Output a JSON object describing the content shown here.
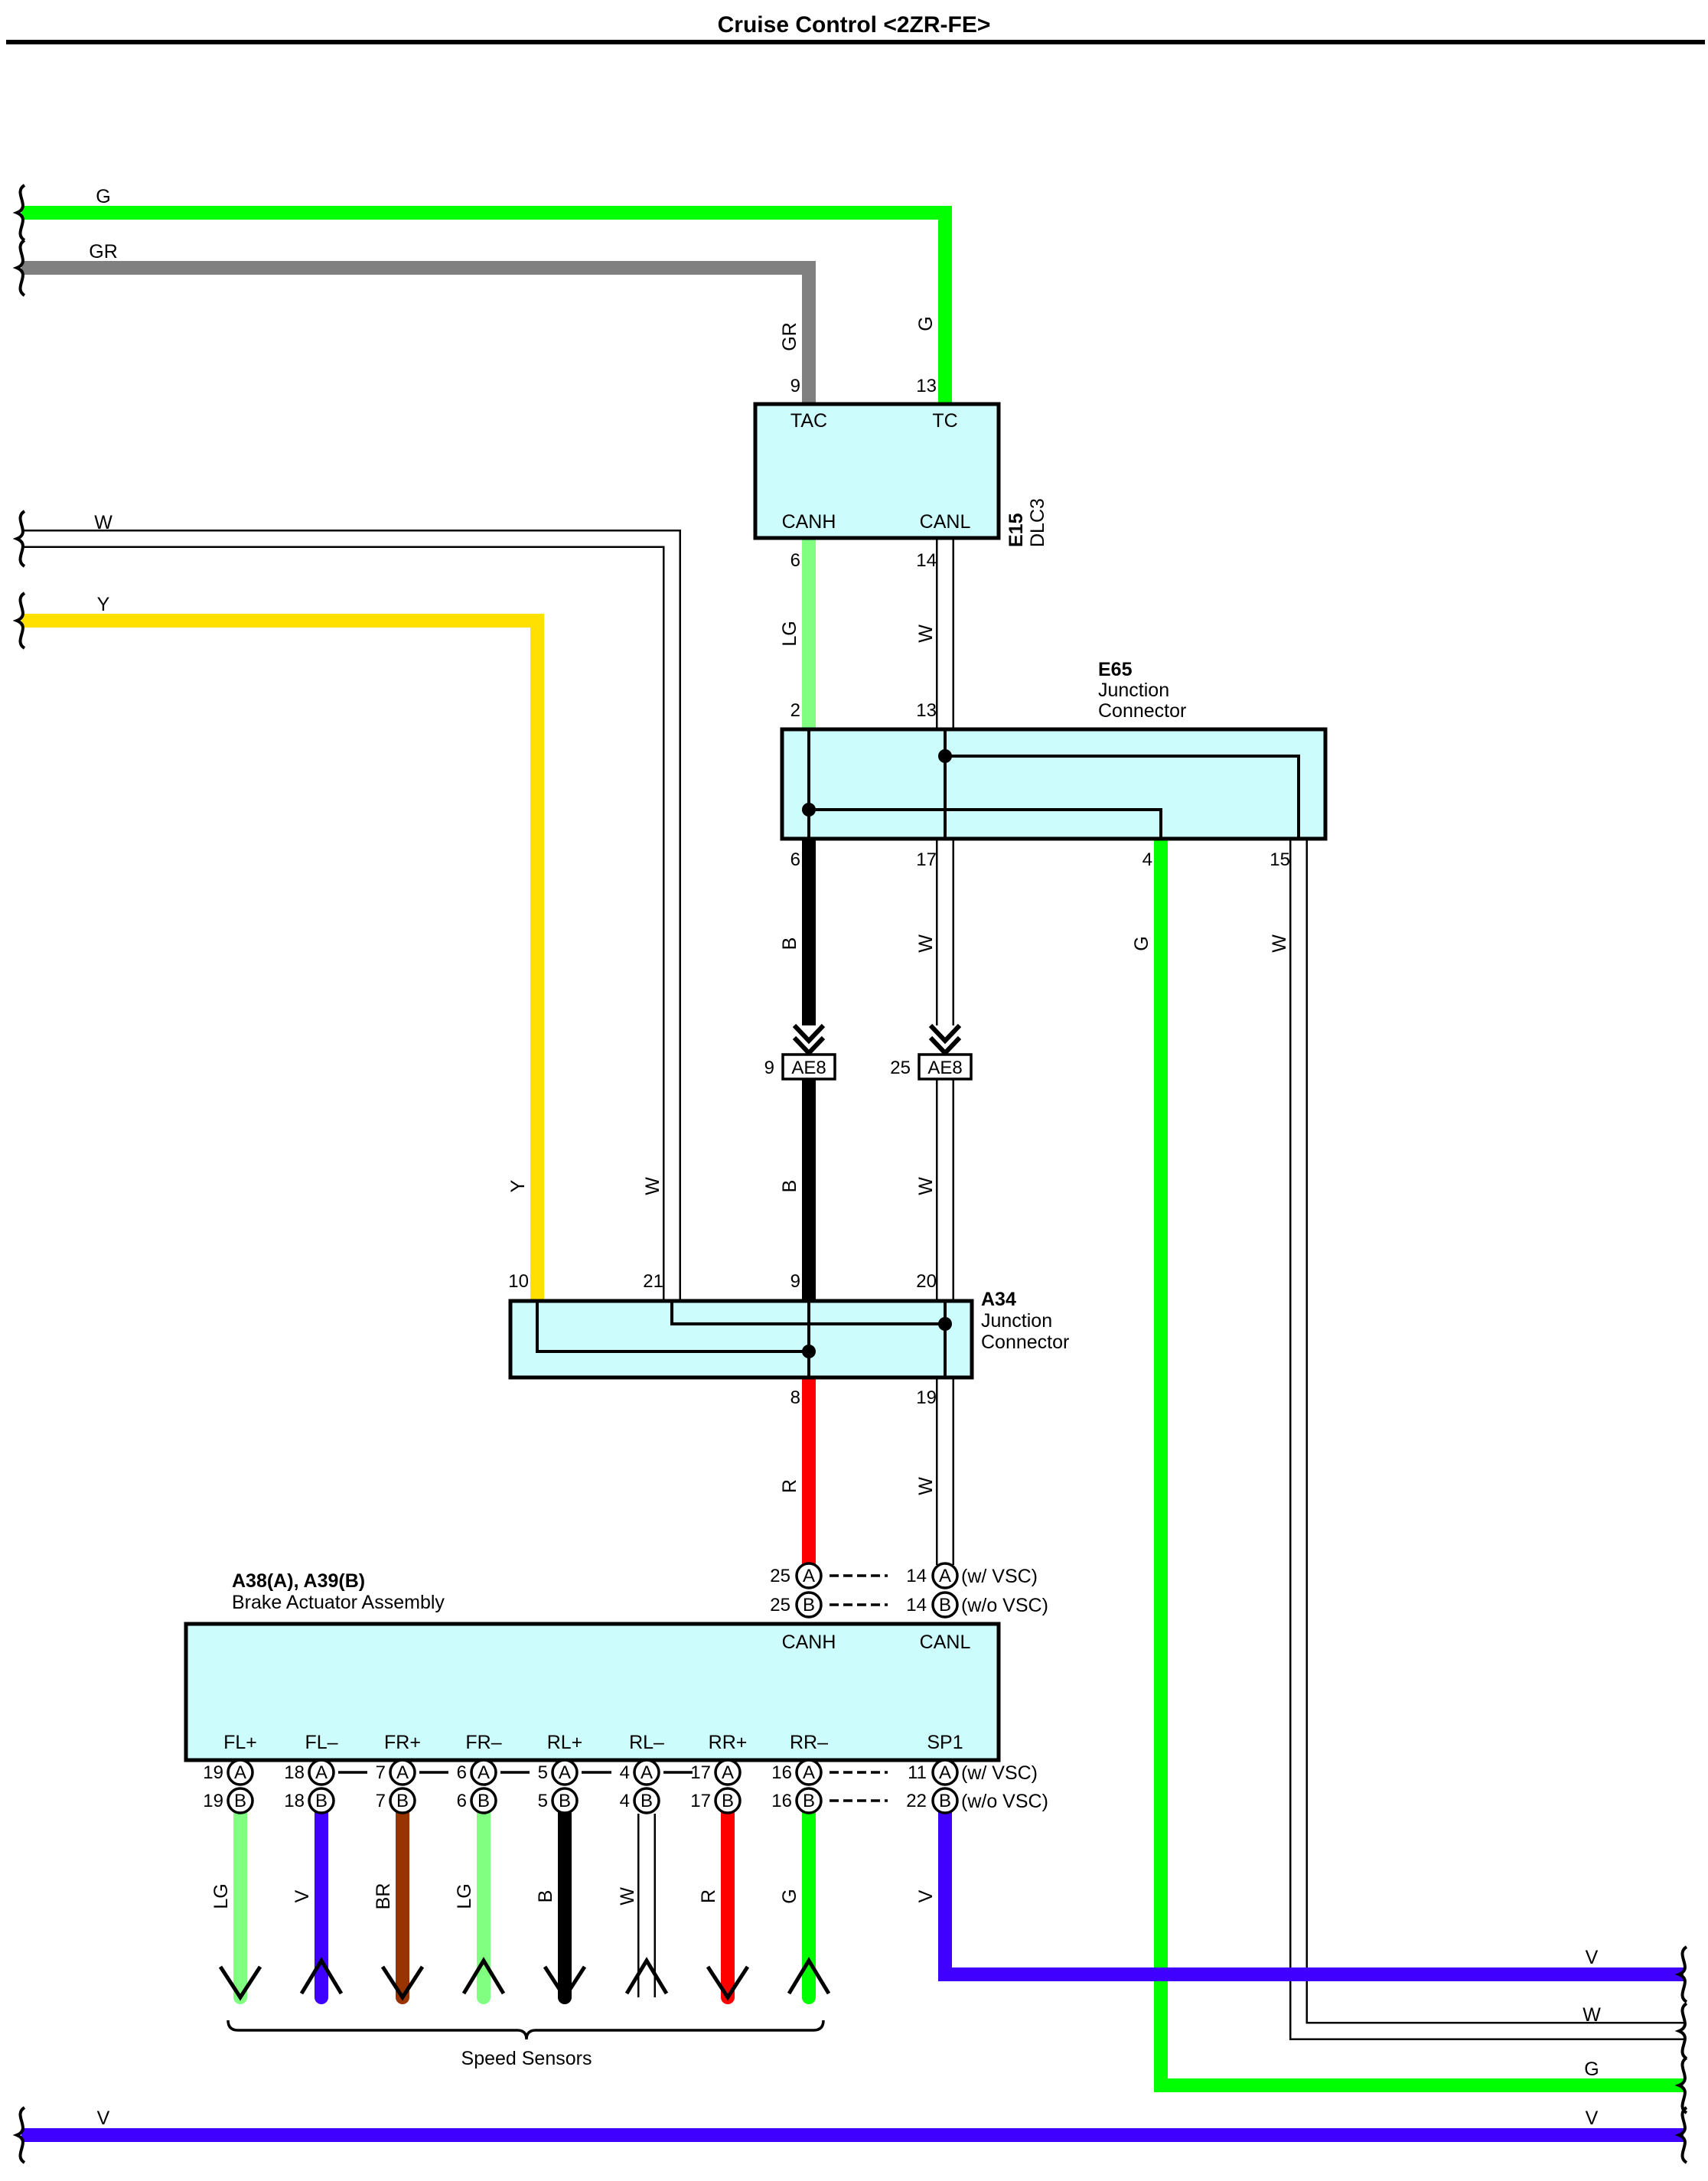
{
  "title": "Cruise Control <2ZR-FE>",
  "colors": {
    "G": "#00ff00",
    "GR": "#808080",
    "W": "#ffffff",
    "Y": "#ffe000",
    "LG": "#80ff80",
    "B": "#000000",
    "R": "#ff0000",
    "V": "#4000ff",
    "BR": "#993300",
    "connector_fill": "#ccfcfc"
  },
  "edge_wires": {
    "left_G": "G",
    "left_GR": "GR",
    "left_W": "W",
    "left_Y": "Y",
    "right_V": "V",
    "right_W": "W",
    "right_G": "G",
    "bottom_left_V": "V",
    "bottom_right_V": "V"
  },
  "e15": {
    "code": "E15",
    "name": "DLC3",
    "pins": {
      "tac": "TAC",
      "tc": "TC",
      "canh": "CANH",
      "canl": "CANL"
    },
    "pin_numbers": {
      "tac": "9",
      "tc": "13",
      "canh": "6",
      "canl": "14"
    },
    "wires": {
      "tac": "GR",
      "tc": "G",
      "canh": "LG",
      "canl": "W"
    }
  },
  "e65": {
    "code": "E65",
    "name_line1": "Junction",
    "name_line2": "Connector",
    "pin_numbers": {
      "in_lg": "2",
      "in_w": "13",
      "out_b": "6",
      "out_w": "17",
      "out_g": "4",
      "out_w2": "15"
    },
    "wires": {
      "out_b": "B",
      "out_w": "W",
      "out_g": "G",
      "out_w2": "W"
    }
  },
  "ae8": {
    "label": "AE8",
    "left_pin": "9",
    "right_pin": "25",
    "wires": {
      "left": "B",
      "right": "W",
      "y": "Y",
      "w21": "W"
    }
  },
  "a34": {
    "code": "A34",
    "name_line1": "Junction",
    "name_line2": "Connector",
    "pin_numbers": {
      "p10": "10",
      "p21": "21",
      "p9": "9",
      "p20": "20",
      "p8": "8",
      "p19": "19"
    },
    "wires": {
      "p8": "R",
      "p19": "W"
    }
  },
  "brake_actuator": {
    "code": "A38(A), A39(B)",
    "name": "Brake Actuator Assembly",
    "canh": "CANH",
    "canl": "CANL",
    "sp1": "SP1",
    "can_rows": [
      {
        "letter": "A",
        "pin_canh": "25",
        "pin_canl": "14",
        "note": "(w/ VSC)"
      },
      {
        "letter": "B",
        "pin_canh": "25",
        "pin_canl": "14",
        "note": "(w/o VSC)"
      }
    ],
    "sensors": [
      {
        "label": "FL+",
        "pin_a": "19",
        "pin_b": "19",
        "wire": "LG",
        "dir": "down"
      },
      {
        "label": "FL–",
        "pin_a": "18",
        "pin_b": "18",
        "wire": "V",
        "dir": "up"
      },
      {
        "label": "FR+",
        "pin_a": "7",
        "pin_b": "7",
        "wire": "BR",
        "dir": "down"
      },
      {
        "label": "FR–",
        "pin_a": "6",
        "pin_b": "6",
        "wire": "LG",
        "dir": "up"
      },
      {
        "label": "RL+",
        "pin_a": "5",
        "pin_b": "5",
        "wire": "B",
        "dir": "down"
      },
      {
        "label": "RL–",
        "pin_a": "4",
        "pin_b": "4",
        "wire": "W",
        "dir": "up"
      },
      {
        "label": "RR+",
        "pin_a": "17",
        "pin_b": "17",
        "wire": "R",
        "dir": "down"
      },
      {
        "label": "RR–",
        "pin_a": "16",
        "pin_b": "16",
        "wire": "G",
        "dir": "up"
      }
    ],
    "sp1_rows": [
      {
        "letter": "A",
        "pin": "11",
        "note": "(w/ VSC)"
      },
      {
        "letter": "B",
        "pin": "22",
        "note": "(w/o VSC)"
      }
    ],
    "sp1_wire": "V",
    "speed_sensors_label": "Speed Sensors"
  }
}
